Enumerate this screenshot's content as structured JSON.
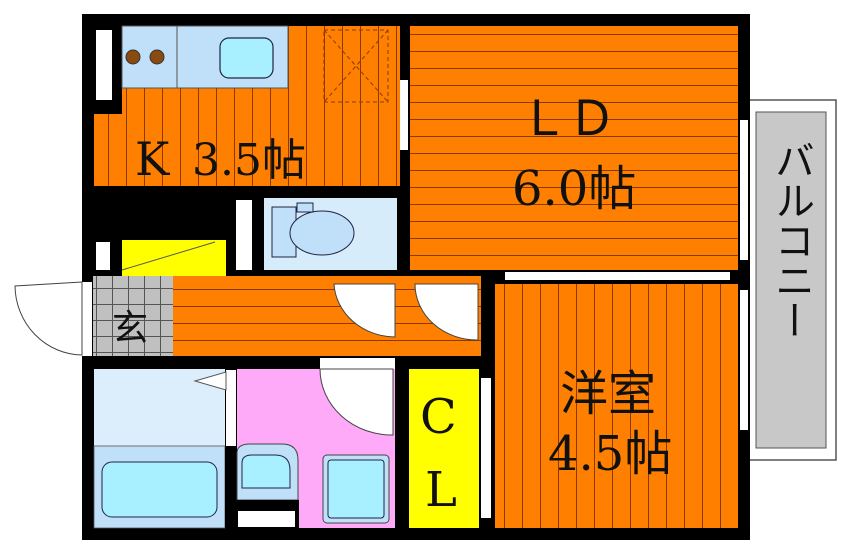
{
  "rooms": {
    "kitchen": {
      "name": "K",
      "size": "3.5帖"
    },
    "living_dining": {
      "name": "ＬＤ",
      "size": "6.0帖"
    },
    "western_room": {
      "name": "洋室",
      "size": "4.5帖"
    },
    "entrance": {
      "name": "玄"
    },
    "closet": {
      "name_top": "C",
      "name_bottom": "L"
    },
    "balcony": {
      "name": "バルコニー"
    }
  },
  "colors": {
    "wall": "#000000",
    "floor_wood": "#ff7f00",
    "stripe": "#8a3a00",
    "wet_area": "#bfe0f8",
    "fixture": "#a8f0ff",
    "closet": "#ffff00",
    "washroom": "#ffaaf8",
    "entrance_tile": "#c0c0c0",
    "balcony": "#c8c8c8"
  }
}
